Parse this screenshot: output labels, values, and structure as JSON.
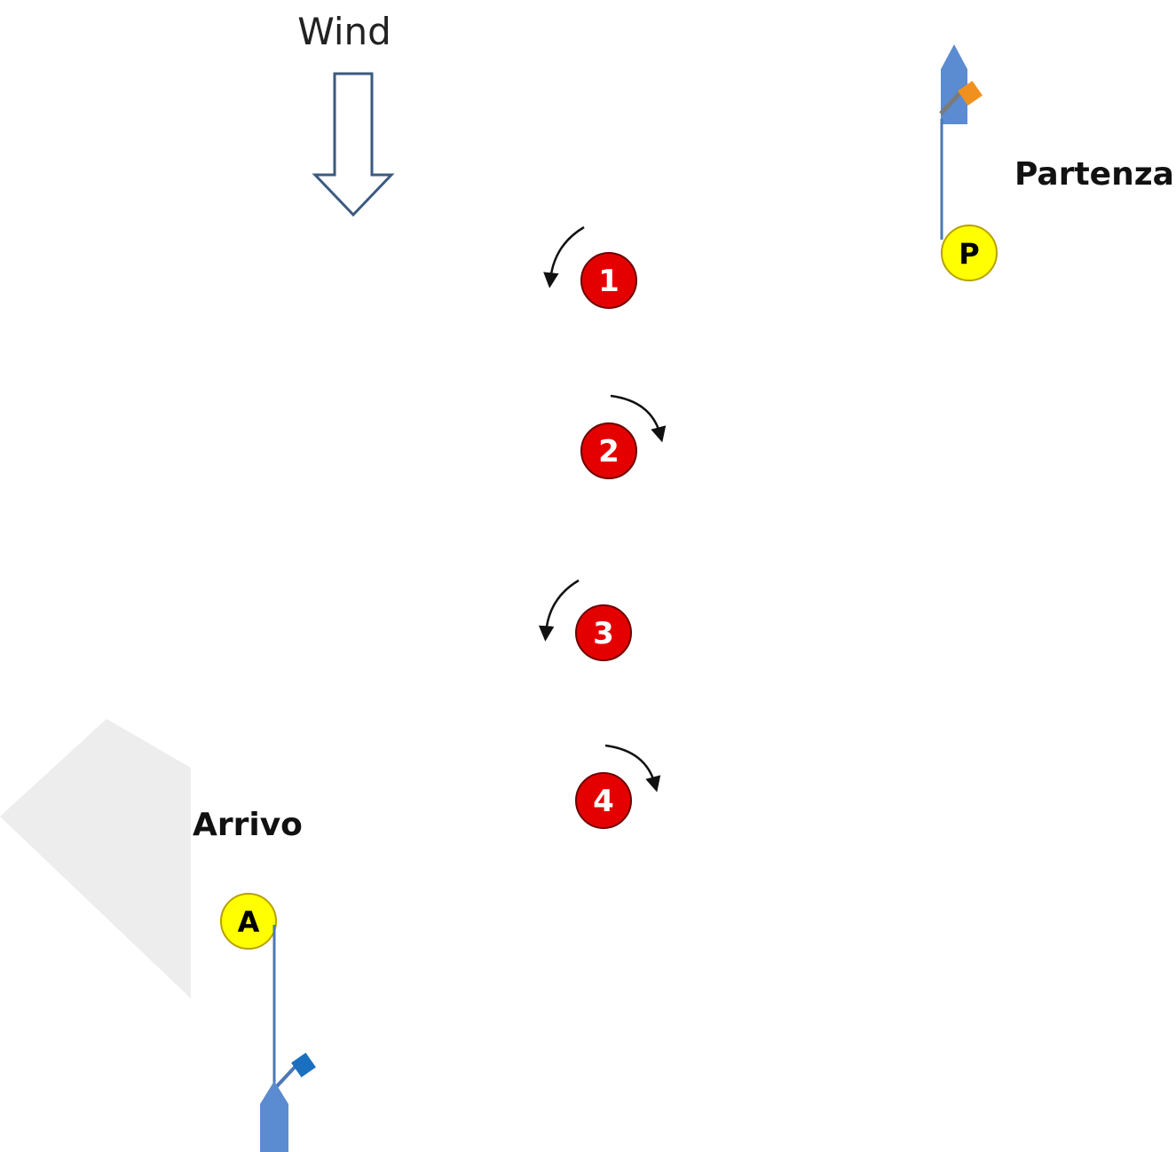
{
  "wind": {
    "label": "Wind",
    "arrow_icon": "down-arrow-outline-icon",
    "arrow_color": "#3B5A80"
  },
  "start": {
    "label": "Partenza",
    "buoy_letter": "P",
    "buoy_color": "#FFFF00",
    "boat_color": "#5B8BD0",
    "flag_color": "#F0901E",
    "line_color": "#4A78B5"
  },
  "finish": {
    "label": "Arrivo",
    "buoy_letter": "A",
    "buoy_color": "#FFFF00",
    "boat_color": "#5B8BD0",
    "flag_color": "#1A70C0",
    "line_color": "#4A78B5"
  },
  "marks": [
    {
      "number": "1",
      "rounding": "counterclockwise"
    },
    {
      "number": "2",
      "rounding": "clockwise"
    },
    {
      "number": "3",
      "rounding": "counterclockwise"
    },
    {
      "number": "4",
      "rounding": "clockwise"
    }
  ],
  "mark_color": "#E50000",
  "watermark_color": "#EDEDED"
}
